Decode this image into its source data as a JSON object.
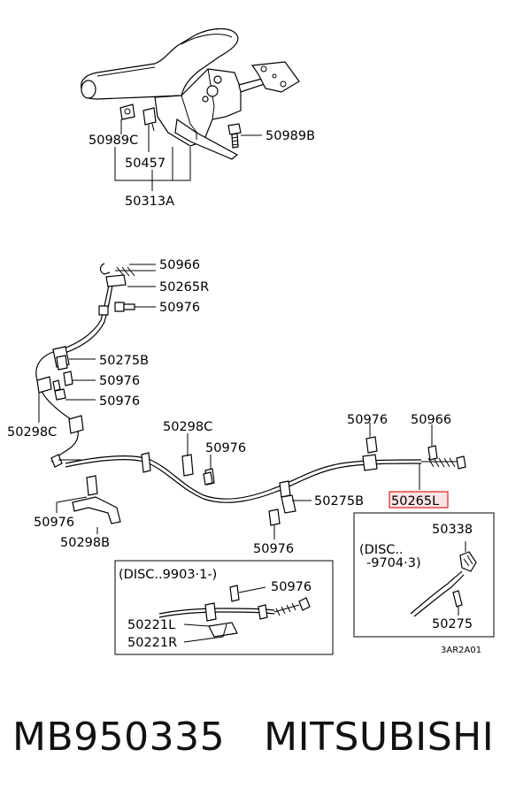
{
  "upper_assembly": {
    "labels": {
      "bolt_c": "50989C",
      "bolt_b": "50989B",
      "lever_switch": "50457",
      "lever_assembly": "50313A"
    }
  },
  "cable_assembly": {
    "labels": {
      "clip_top": "50966",
      "cable_right": "50265R",
      "bolt_1": "50976",
      "clamp_b_left": "50275B",
      "bolt_2": "50976",
      "bolt_3": "50976",
      "bracket_c_left": "50298C",
      "bracket_c_mid": "50298C",
      "bolt_mid": "50976",
      "bolt_right": "50976",
      "clip_right": "50966",
      "cable_left": "50265L",
      "clamp_b_right": "50275B",
      "bolt_bottom_mid": "50976",
      "bolt_bottom_left": "50976",
      "bracket_b": "50298B"
    }
  },
  "inset_disc_9903": {
    "note": "(DISC..9903·1-)",
    "labels": {
      "bolt": "50976",
      "cable_l": "50221L",
      "cable_r": "50221R"
    }
  },
  "inset_disc_9704": {
    "note_line1": "(DISC..",
    "note_line2": "-9704·3)",
    "labels": {
      "bracket": "50338",
      "clamp": "50275"
    }
  },
  "diagram_code": "3AR2A01",
  "footer": {
    "part_number": "MB950335",
    "brand": "MITSUBISHI"
  },
  "colors": {
    "highlight": "#e02020",
    "highlight_fill": "#fbe4e4",
    "line": "#000000"
  }
}
